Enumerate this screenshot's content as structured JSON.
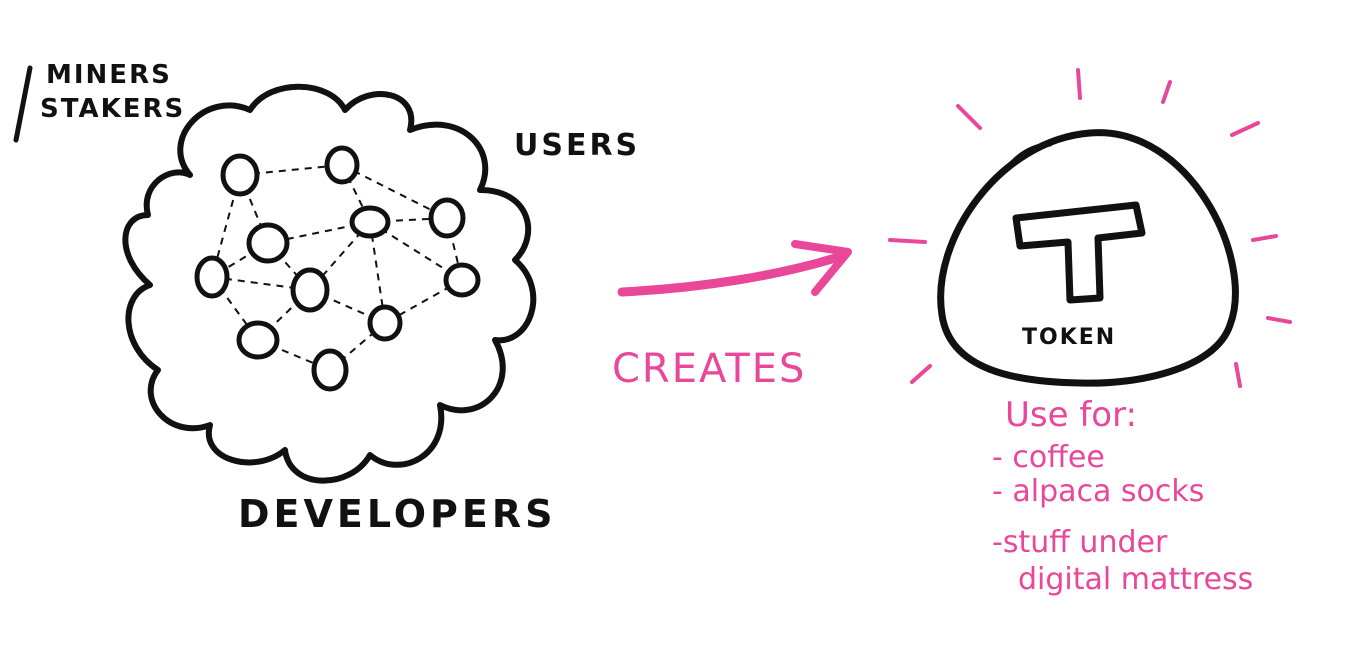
{
  "labels": {
    "miners": "MINERS",
    "stakers": "STAKERS",
    "users": "USERS",
    "developers": "DEVELOPERS",
    "creates": "CREATES",
    "token_letter": "T",
    "token": "TOKEN"
  },
  "use_for": {
    "heading": "Use for:",
    "items": [
      "- coffee",
      "- alpaca socks",
      "-stuff under",
      "digital mattress"
    ]
  },
  "colors": {
    "ink": "#111111",
    "accent": "#e8479a"
  }
}
